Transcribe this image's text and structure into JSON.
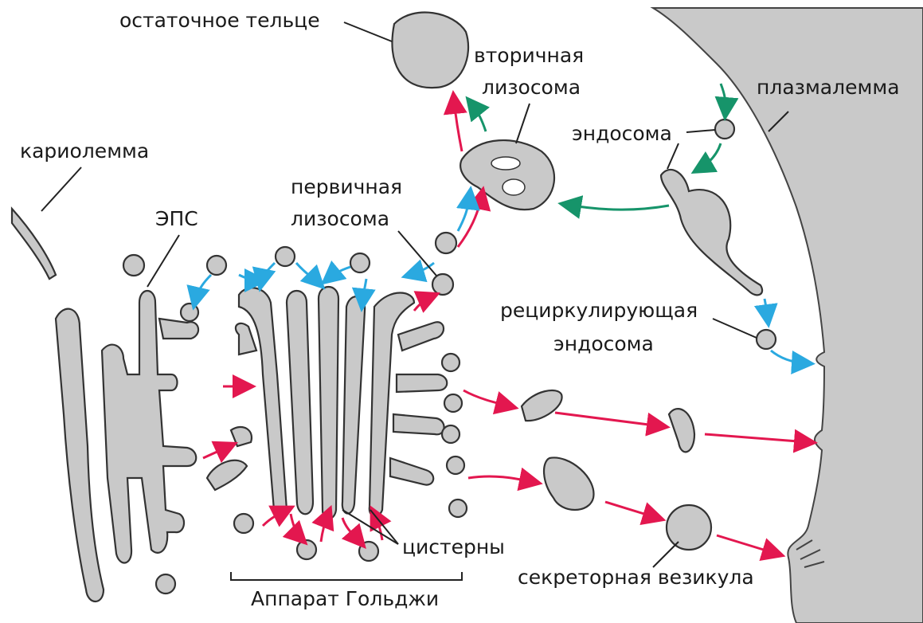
{
  "labels": {
    "residual_body": "остаточное тельце",
    "secondary_lysosome_1": "вторичная",
    "secondary_lysosome_2": "лизосома",
    "plasmalemma": "плазмалемма",
    "endosome": "эндосома",
    "karyolemma": "кариолемма",
    "primary_lysosome_1": "первичная",
    "primary_lysosome_2": "лизосома",
    "er": "ЭПС",
    "recycling_endosome_1": "рециркулирующая",
    "recycling_endosome_2": "эндосома",
    "cisterns": "цистерны",
    "secretory_vesicle": "секреторная везикула",
    "golgi": "Аппарат Гольджи"
  },
  "colors": {
    "organelle": "#c9c9c9",
    "secretory_path": "#e3174f",
    "lysosome_path": "#2aa9e0",
    "endocytic_path": "#16946a"
  }
}
